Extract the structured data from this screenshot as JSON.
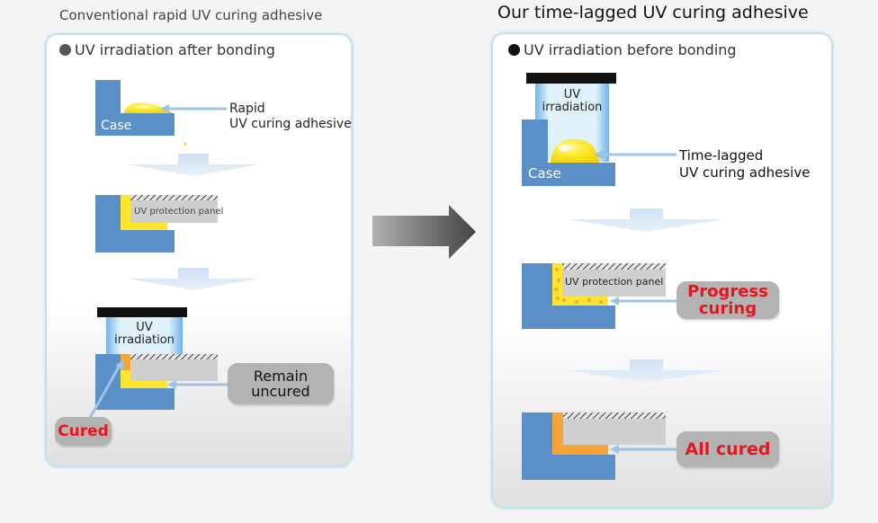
{
  "left": {
    "title": "Conventional rapid UV curing adhesive",
    "subtitle": "UV irradiation after bonding",
    "case_label": "Case",
    "adhesive_label_1": "Rapid",
    "adhesive_label_2": "UV curing adhesive",
    "panel_label": "UV protection panel",
    "uv_label_1": "UV",
    "uv_label_2": "irradiation",
    "remain_label_1": "Remain",
    "remain_label_2": "uncured",
    "cured_label": "Cured"
  },
  "right": {
    "title": "Our time-lagged UV curing adhesive",
    "subtitle": "UV irradiation before bonding",
    "uv_label_1": "UV",
    "uv_label_2": "irradiation",
    "case_label": "Case",
    "adhesive_label_1": "Time-lagged",
    "adhesive_label_2": "UV curing adhesive",
    "panel_label": "UV protection panel",
    "progress_label_1": "Progress",
    "progress_label_2": "curing",
    "all_cured_label": "All cured"
  },
  "colors": {
    "case_blue": "#5b8fc7",
    "adhesive_yellow": "#ffe52b",
    "cured_orange": "#f7a33a",
    "panel_gray": "#cfcfcf",
    "pointer_blue": "#9ec3e4",
    "highlight_red": "#e8141e",
    "uv_blue": "#bfe3f7"
  }
}
